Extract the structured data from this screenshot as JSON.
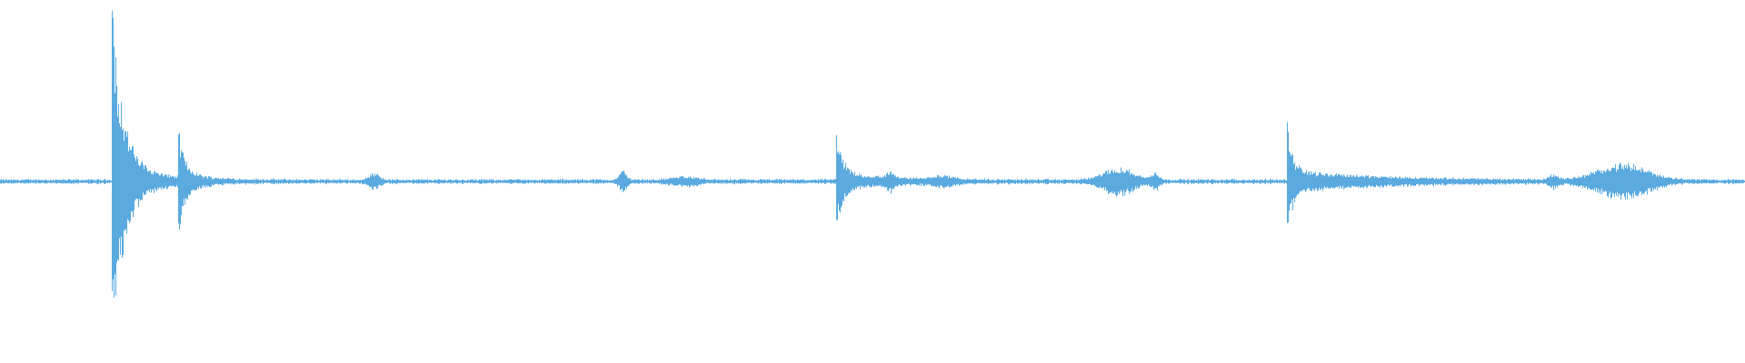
{
  "waveform": {
    "color": "#5aaae0",
    "background": "#ffffff",
    "baseline_amplitude": 0.008,
    "events": [
      {
        "name": "transient",
        "start": 0.0637,
        "amplitude": 0.47,
        "decay": 0.006,
        "tail_amplitude": 0.06,
        "tail_decay": 0.02
      },
      {
        "name": "transient",
        "start": 0.1018,
        "amplitude": 0.12,
        "decay": 0.003,
        "tail_amplitude": 0.03,
        "tail_decay": 0.01
      },
      {
        "name": "burst",
        "center": 0.2145,
        "amplitude": 0.02,
        "width": 0.004
      },
      {
        "name": "burst",
        "center": 0.357,
        "amplitude": 0.025,
        "width": 0.003
      },
      {
        "name": "burst",
        "center": 0.392,
        "amplitude": 0.01,
        "width": 0.01
      },
      {
        "name": "transient",
        "start": 0.479,
        "amplitude": 0.11,
        "decay": 0.004,
        "tail_amplitude": 0.02,
        "tail_decay": 0.03
      },
      {
        "name": "burst",
        "center": 0.51,
        "amplitude": 0.02,
        "width": 0.003
      },
      {
        "name": "burst",
        "center": 0.54,
        "amplitude": 0.01,
        "width": 0.01
      },
      {
        "name": "burst",
        "center": 0.641,
        "amplitude": 0.035,
        "width": 0.012
      },
      {
        "name": "burst",
        "center": 0.662,
        "amplitude": 0.02,
        "width": 0.003
      },
      {
        "name": "transient",
        "start": 0.7372,
        "amplitude": 0.14,
        "decay": 0.003,
        "tail_amplitude": 0.03,
        "tail_decay": 0.05
      },
      {
        "name": "burst",
        "center": 0.89,
        "amplitude": 0.015,
        "width": 0.003
      },
      {
        "name": "burst",
        "center": 0.93,
        "amplitude": 0.045,
        "width": 0.02
      }
    ]
  }
}
